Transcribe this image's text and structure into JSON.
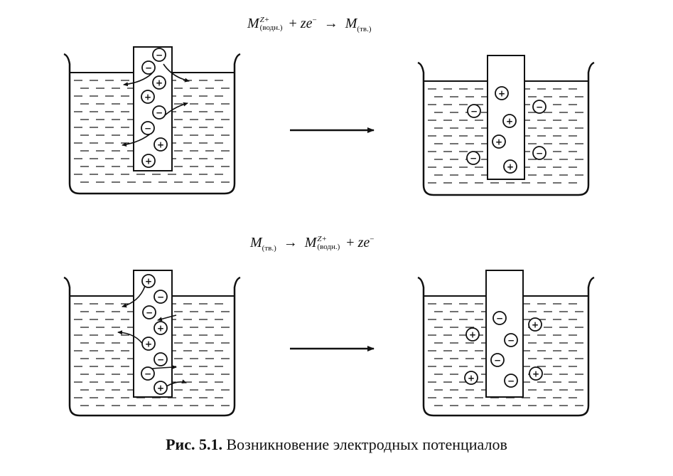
{
  "equations": {
    "top": {
      "metal": "M",
      "charge": "Z+",
      "phase_aq": "(водн.)",
      "plus": "+",
      "coef": "z",
      "electron": "e",
      "minus_sign": "−",
      "arrow": "→",
      "product": "M",
      "phase_solid": "(тв.)"
    },
    "bottom": {
      "metal": "M",
      "phase_solid": "(тв.)",
      "arrow": "→",
      "product": "M",
      "charge": "Z+",
      "phase_aq": "(водн.)",
      "plus": "+",
      "coef": "z",
      "electron": "e",
      "minus_sign": "−"
    }
  },
  "caption": {
    "label": "Рис. 5.1.",
    "text": "Возникновение электродных потенциалов"
  },
  "ion_symbols": {
    "positive": "+",
    "negative": "−"
  },
  "colors": {
    "ink": "#111111",
    "paper": "#ffffff"
  }
}
